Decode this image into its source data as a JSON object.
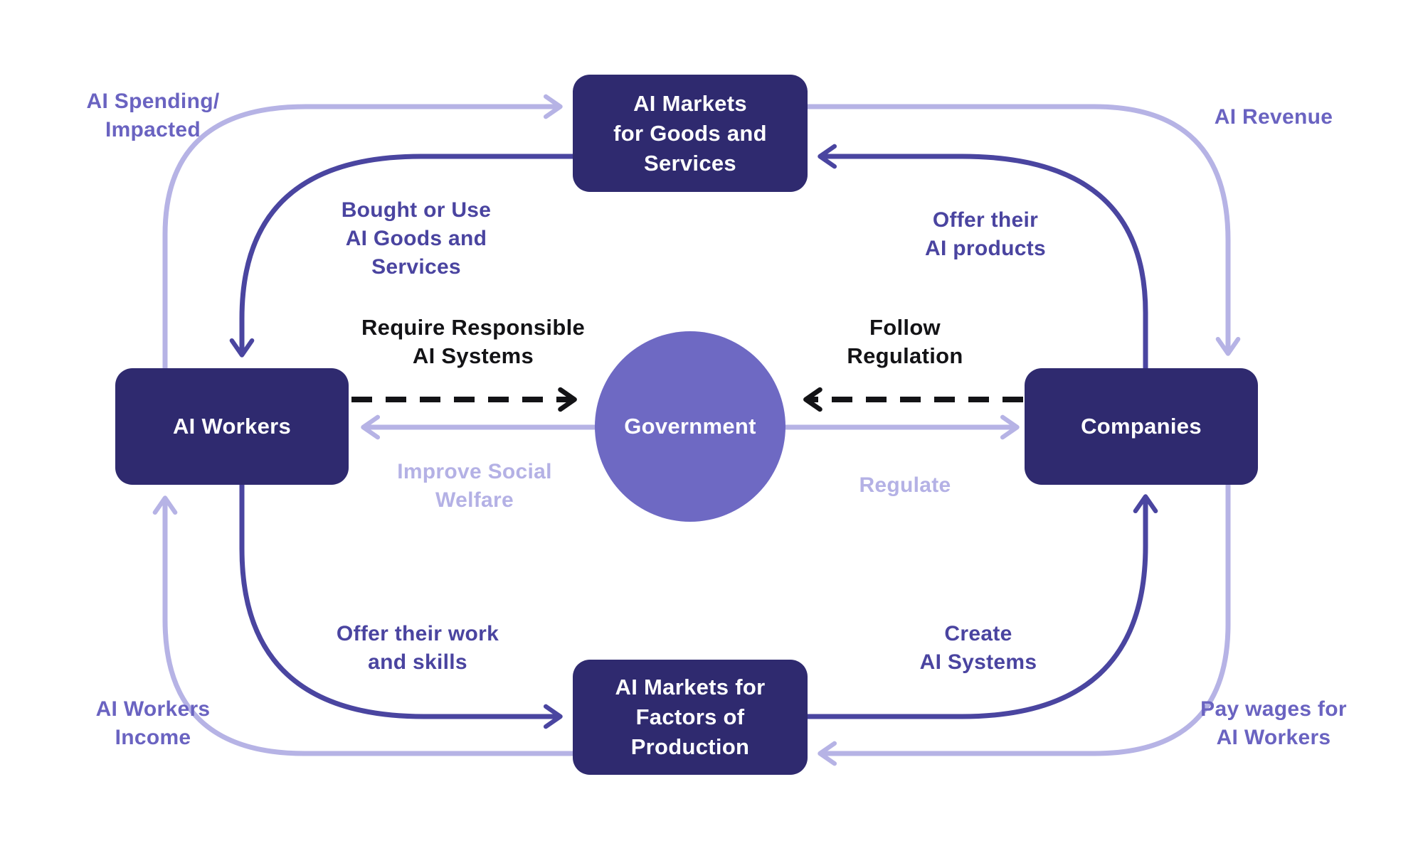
{
  "nodes": {
    "goods_market": {
      "label": "AI Markets\nfor Goods and\nServices"
    },
    "factors_market": {
      "label": "AI Markets for\nFactors of\nProduction"
    },
    "workers": {
      "label": "AI Workers"
    },
    "companies": {
      "label": "Companies"
    },
    "government": {
      "label": "Government"
    }
  },
  "edge_labels": {
    "ai_spending": "AI Spending/\nImpacted",
    "ai_revenue": "AI Revenue",
    "bought_or_use": "Bought or Use\nAI Goods and\nServices",
    "offer_products": "Offer their\nAI products",
    "require_responsible": "Require Responsible\nAI Systems",
    "follow_regulation": "Follow\nRegulation",
    "improve_welfare": "Improve Social\nWelfare",
    "regulate": "Regulate",
    "offer_work": "Offer their work\nand skills",
    "create_systems": "Create\nAI Systems",
    "workers_income": "AI Workers\nIncome",
    "pay_wages": "Pay wages for\nAI Workers"
  },
  "colors": {
    "background": "#ffffff",
    "node_fill": "#2f2a6f",
    "node_text": "#ffffff",
    "government_fill": "#6e69c3",
    "outer_flow": "#b6b3e5",
    "inner_flow": "#4a45a0",
    "dashed_flow": "#131316",
    "label_medium": "#6a63c1",
    "label_dark": "#4a44a0",
    "label_light": "#b4b1e5",
    "label_black": "#131316"
  }
}
